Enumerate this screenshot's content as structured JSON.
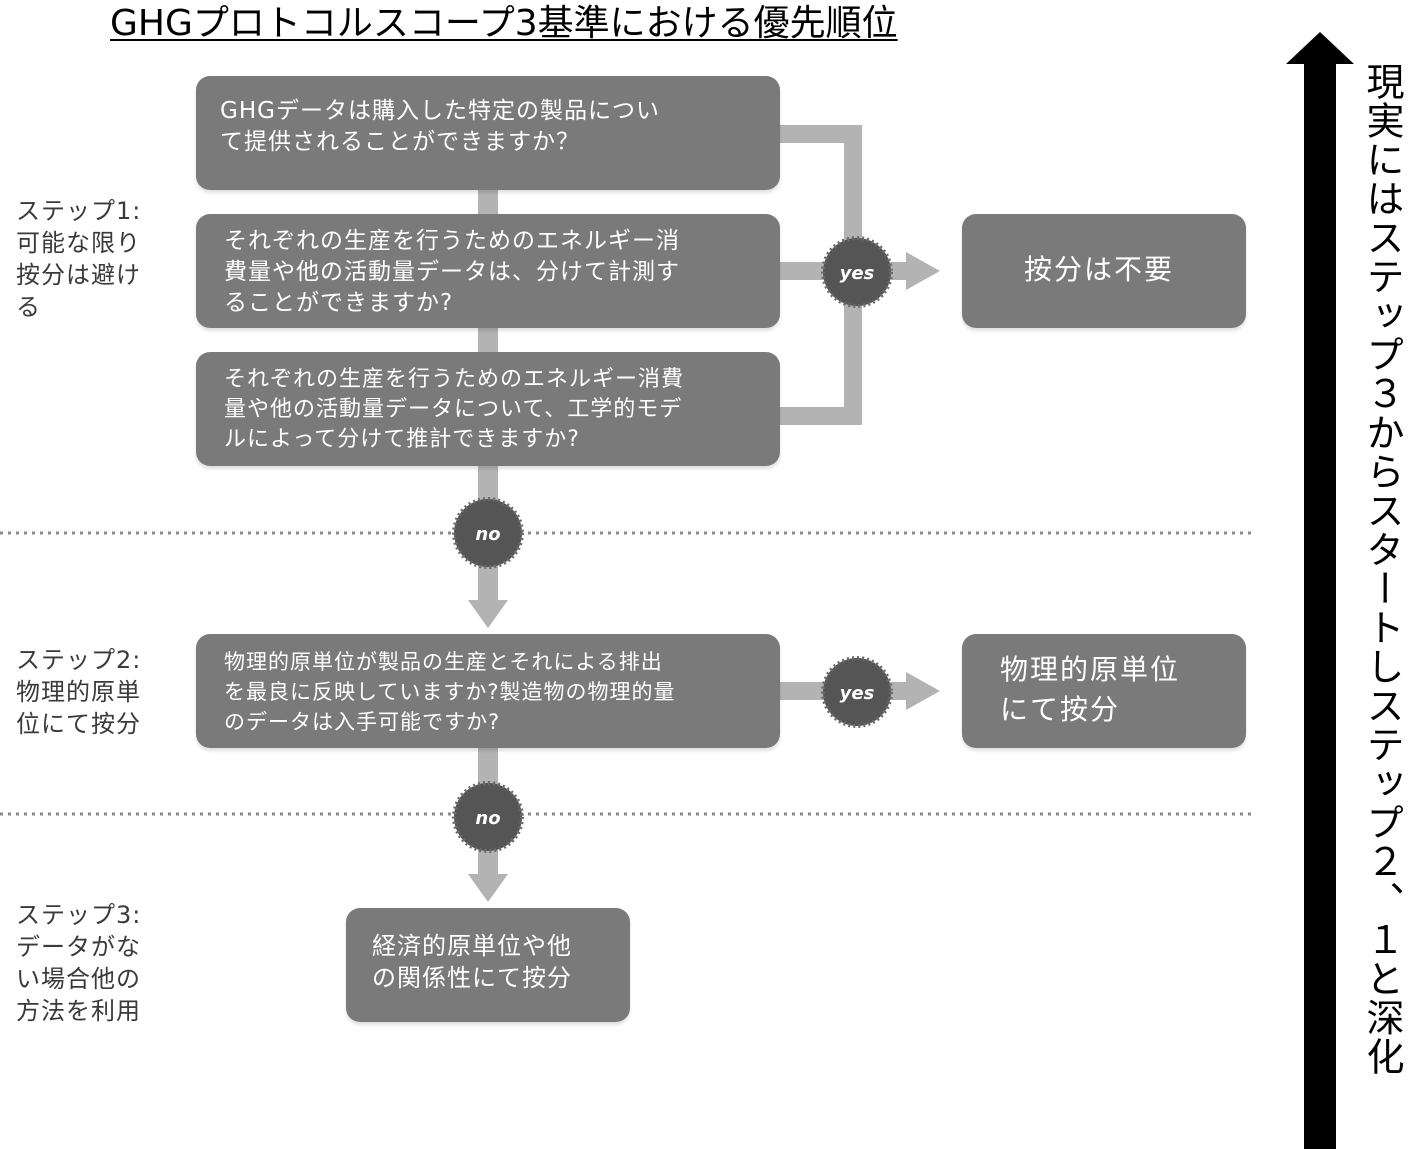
{
  "title": "GHGプロトコルスコープ3基準における優先順位",
  "steps": {
    "step1_label": "ステップ1:\n可能な限り\n按分は避け\nる",
    "step2_label": "ステップ2:\n物理的原単\n位にて按分",
    "step3_label": "ステップ3:\nデータがな\nい場合他の\n方法を利用"
  },
  "questions": {
    "q1": "GHGデータは購入した特定の製品につい\nて提供されることができますか？",
    "q2": "それぞれの生産を行うためのエネルギー消\n費量や他の活動量データは、分けて計測す\nることができますか?",
    "q3": "それぞれの生産を行うためのエネルギー消費\n量や他の活動量データについて、工学的モデ\nルによって分けて推計できますか?",
    "q4": "物理的原単位が製品の生産とそれによる排出\nを最良に反映していますか?製造物の物理的量\nのデータは入手可能ですか?"
  },
  "results": {
    "r1": "按分は不要",
    "r2": "物理的原単位\nにて按分",
    "r3": "経済的原単位や他\nの関係性にて按分"
  },
  "badges": {
    "yes1": "yes",
    "yes2": "yes",
    "no1": "no",
    "no2": "no"
  },
  "side_note": "現実にはステップ３からスタートしステップ２、１と深化",
  "colors": {
    "box": "#7a7a7a",
    "connector": "#b3b3b3",
    "badge": "#555555",
    "arrow": "#000000"
  }
}
